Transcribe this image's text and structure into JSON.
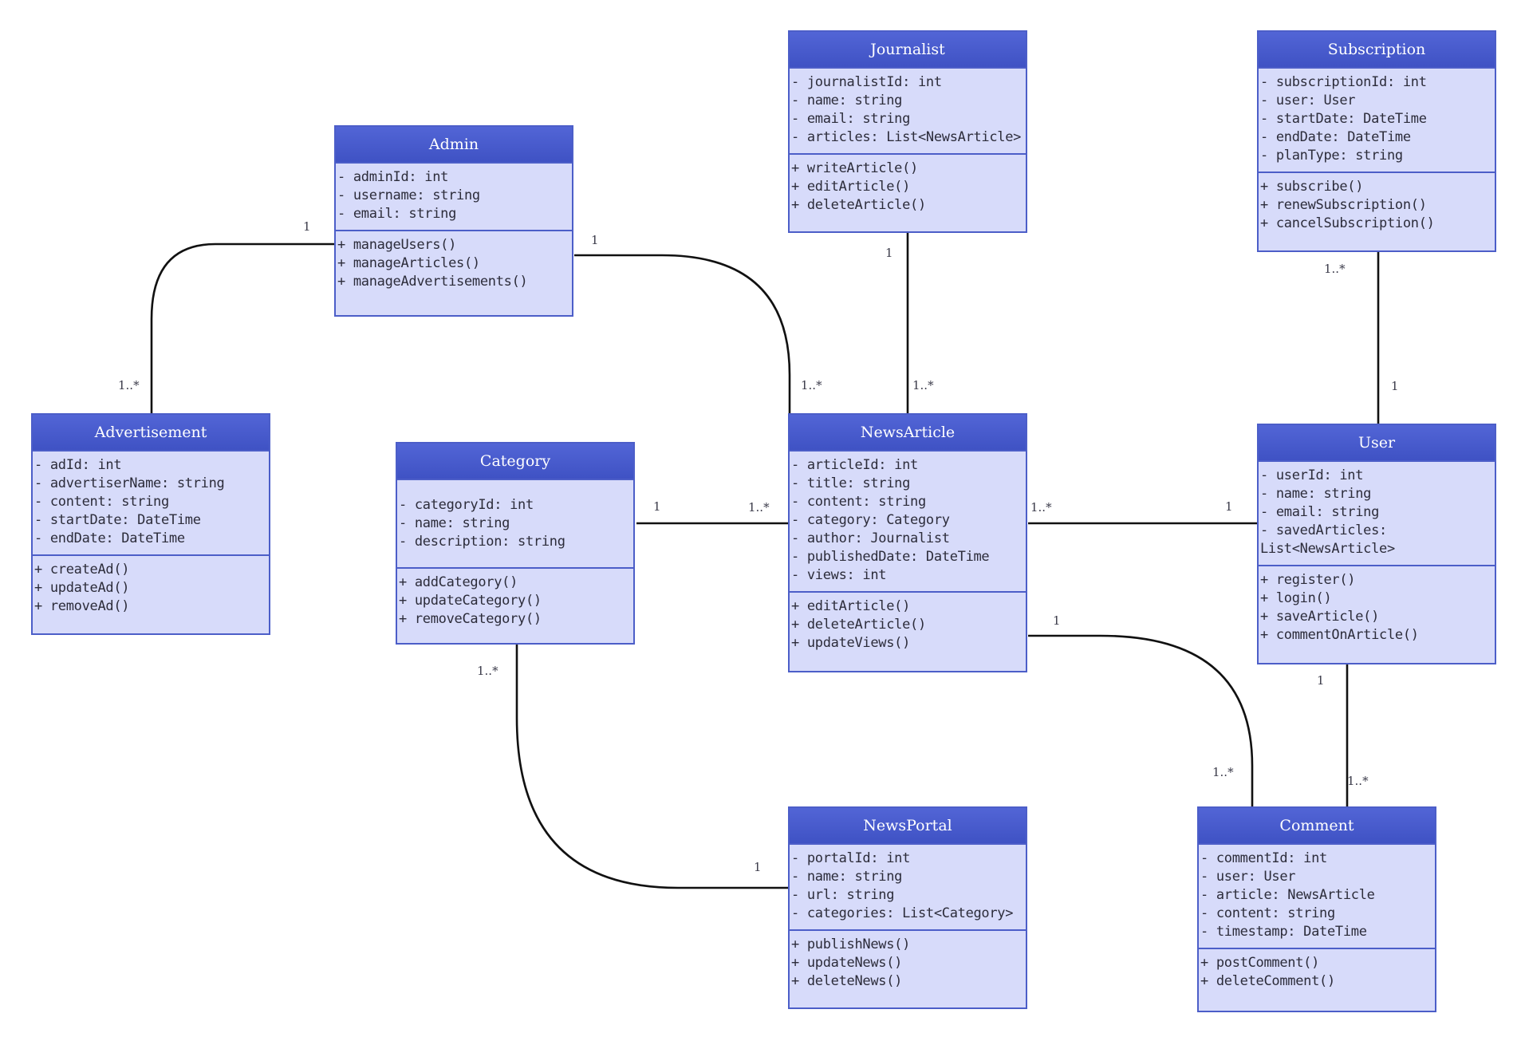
{
  "colors": {
    "header": "#4457c9",
    "body": "#d7dbfa",
    "border": "#4c5ec8",
    "edge": "#111111"
  },
  "classes": {
    "admin": {
      "name": "Admin",
      "attributes": [
        "- adminId: int",
        "- username: string",
        "- email: string"
      ],
      "operations": [
        "+ manageUsers()",
        "+ manageArticles()",
        "+ manageAdvertisements()"
      ]
    },
    "journalist": {
      "name": "Journalist",
      "attributes": [
        "- journalistId: int",
        "- name: string",
        "- email: string",
        "- articles: List<NewsArticle>"
      ],
      "operations": [
        "+ writeArticle()",
        "+ editArticle()",
        "+ deleteArticle()"
      ]
    },
    "subscription": {
      "name": "Subscription",
      "attributes": [
        "- subscriptionId: int",
        "- user: User",
        "- startDate: DateTime",
        "- endDate: DateTime",
        "- planType: string"
      ],
      "operations": [
        "+ subscribe()",
        "+ renewSubscription()",
        "+ cancelSubscription()"
      ]
    },
    "advertisement": {
      "name": "Advertisement",
      "attributes": [
        "- adId: int",
        "- advertiserName: string",
        "- content: string",
        "- startDate: DateTime",
        "- endDate: DateTime"
      ],
      "operations": [
        "+ createAd()",
        "+ updateAd()",
        "+ removeAd()"
      ]
    },
    "category": {
      "name": "Category",
      "attributes": [
        "- categoryId: int",
        "- name: string",
        "- description: string"
      ],
      "operations": [
        "+ addCategory()",
        "+ updateCategory()",
        "+ removeCategory()"
      ]
    },
    "newsarticle": {
      "name": "NewsArticle",
      "attributes": [
        "- articleId: int",
        "- title: string",
        "- content: string",
        "- category: Category",
        "- author: Journalist",
        "- publishedDate: DateTime",
        "- views: int"
      ],
      "operations": [
        "+ editArticle()",
        "+ deleteArticle()",
        "+ updateViews()"
      ]
    },
    "user": {
      "name": "User",
      "attributes": [
        "- userId: int",
        "- name: string",
        "- email: string",
        "- savedArticles:\nList<NewsArticle>"
      ],
      "operations": [
        "+ register()",
        "+ login()",
        "+ saveArticle()",
        "+ commentOnArticle()"
      ]
    },
    "newsportal": {
      "name": "NewsPortal",
      "attributes": [
        "- portalId: int",
        "- name: string",
        "- url: string",
        "- categories: List<Category>"
      ],
      "operations": [
        "+ publishNews()",
        "+ updateNews()",
        "+ deleteNews()"
      ]
    },
    "comment": {
      "name": "Comment",
      "attributes": [
        "- commentId: int",
        "- user: User",
        "- article: NewsArticle",
        "- content: string",
        "- timestamp: DateTime"
      ],
      "operations": [
        "+ postComment()",
        "+ deleteComment()"
      ]
    }
  },
  "associations": [
    {
      "id": "admin-advertisement",
      "source": "admin",
      "target": "advertisement",
      "source_mult": "1",
      "target_mult": "1..*"
    },
    {
      "id": "admin-newsarticle",
      "source": "admin",
      "target": "newsarticle",
      "source_mult": "1",
      "target_mult": "1..*"
    },
    {
      "id": "journalist-newsarticle",
      "source": "journalist",
      "target": "newsarticle",
      "source_mult": "1",
      "target_mult": "1..*"
    },
    {
      "id": "subscription-user",
      "source": "subscription",
      "target": "user",
      "source_mult": "1..*",
      "target_mult": "1"
    },
    {
      "id": "category-newsarticle",
      "source": "category",
      "target": "newsarticle",
      "source_mult": "1",
      "target_mult": "1..*"
    },
    {
      "id": "newsarticle-user",
      "source": "newsarticle",
      "target": "user",
      "source_mult": "1..*",
      "target_mult": "1"
    },
    {
      "id": "newsarticle-comment",
      "source": "newsarticle",
      "target": "comment",
      "source_mult": "1",
      "target_mult": "1..*"
    },
    {
      "id": "user-comment",
      "source": "user",
      "target": "comment",
      "source_mult": "1",
      "target_mult": "1..*"
    },
    {
      "id": "category-newsportal",
      "source": "category",
      "target": "newsportal",
      "source_mult": "1..*",
      "target_mult": "1"
    }
  ]
}
